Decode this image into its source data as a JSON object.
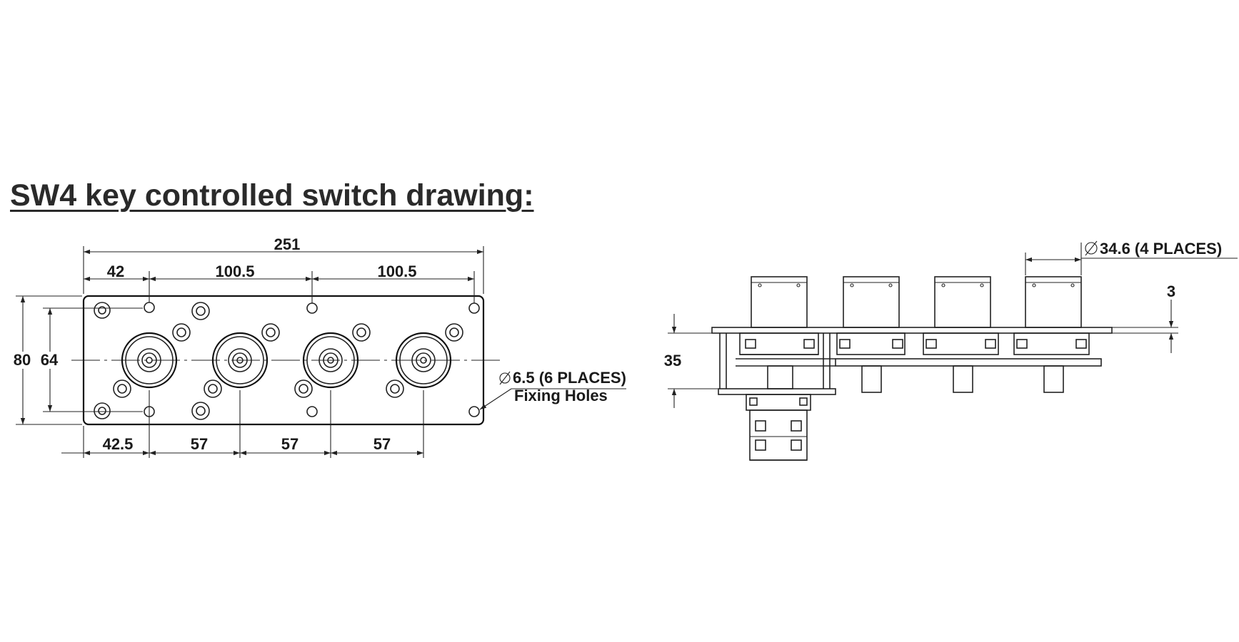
{
  "title": "SW4 key controlled switch drawing:",
  "front_view": {
    "overall_width": "251",
    "top_dims": [
      "42",
      "100.5",
      "100.5"
    ],
    "bottom_dims": [
      "42.5",
      "57",
      "57",
      "57"
    ],
    "height_outer": "80",
    "height_inner": "64",
    "hole_note_line1": "6.5 (6 PLACES)",
    "hole_note_line2": "Fixing Holes"
  },
  "side_view": {
    "diameter_note": "34.6 (4 PLACES)",
    "plate_thickness": "3",
    "depth": "35"
  }
}
